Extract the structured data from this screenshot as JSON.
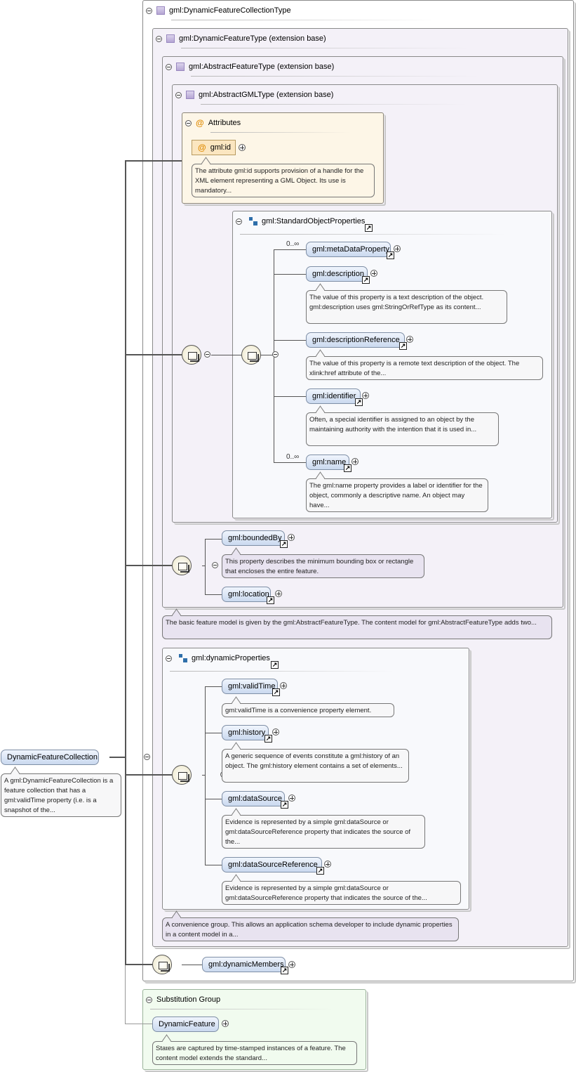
{
  "root": {
    "name": "DynamicFeatureCollection",
    "doc": "A gml:DynamicFeatureCollection is a feature collection that has a gml:validTime property (i.e. is a snapshot of the..."
  },
  "types": {
    "outer": "gml:DynamicFeatureCollectionType",
    "dynamic_feature": "gml:DynamicFeatureType (extension base)",
    "abstract_feature": "gml:AbstractFeatureType (extension base)",
    "abstract_gml": "gml:AbstractGMLType (extension base)"
  },
  "attributes": {
    "title": "Attributes",
    "id_label": "gml:id",
    "id_doc": "The attribute gml:id supports provision of a handle for the XML element representing a GML Object. Its use is mandatory..."
  },
  "standard_object_properties": {
    "title": "gml:StandardObjectProperties",
    "meta_card": "0..∞",
    "meta": "gml:metaDataProperty",
    "description": "gml:description",
    "description_doc": "The value of this property is a text description of the object. gml:description uses gml:StringOrRefType as its content...",
    "description_ref": "gml:descriptionReference",
    "description_ref_doc": "The value of this property is a remote text description of the object. The xlink:href attribute of the...",
    "identifier": "gml:identifier",
    "identifier_doc": "Often, a special identifier is assigned to an object by the maintaining authority with the intention that it is used in...",
    "name_card": "0..∞",
    "name": "gml:name",
    "name_doc": "The gml:name property provides a label or identifier for the object, commonly a descriptive name. An object may have..."
  },
  "feature": {
    "bounded_by": "gml:boundedBy",
    "bounded_by_doc": "This property describes the minimum bounding box or rectangle that encloses the entire feature.",
    "location": "gml:location",
    "abstract_feature_doc": "The basic feature model is given by the gml:AbstractFeatureType. The content model for gml:AbstractFeatureType adds two..."
  },
  "dynamic_properties": {
    "title": "gml:dynamicProperties",
    "valid_time": "gml:validTime",
    "valid_time_doc": "gml:validTime is a convenience property element.",
    "history": "gml:history",
    "history_doc": "A generic sequence of events constitute a gml:history of an object. The gml:history element contains a set of elements...",
    "data_source": "gml:dataSource",
    "data_source_doc": "Evidence is represented by a simple gml:dataSource or gml:dataSourceReference property that indicates the source of the...",
    "data_source_ref": "gml:dataSourceReference",
    "data_source_ref_doc": "Evidence is represented by a simple gml:dataSource or gml:dataSourceReference property that indicates the source of the...",
    "group_doc": "A convenience group. This allows an application schema developer to include dynamic properties in a content model in a..."
  },
  "dynamic_members": "gml:dynamicMembers",
  "substitution": {
    "title": "Substitution Group",
    "member": "DynamicFeature",
    "member_doc": "States are captured by time-stamped instances of a feature. The content model extends the standard..."
  }
}
